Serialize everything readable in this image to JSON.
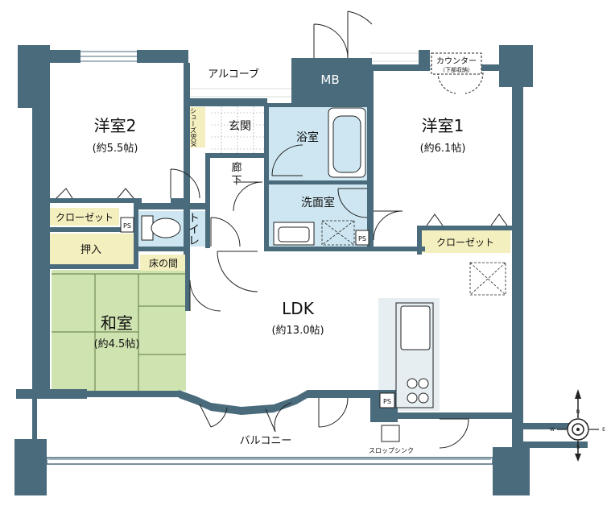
{
  "colors": {
    "wall": "#4a6b7c",
    "wall_dark": "#3c5766",
    "tatami": "#cfe3b0",
    "wet": "#cde6f1",
    "closet": "#f4efbe",
    "balcony": "#ffffff",
    "floor": "#ffffff",
    "kitchen": "#e6eef2"
  },
  "rooms": {
    "western2": {
      "name": "洋室2",
      "size": "(約5.5帖)"
    },
    "western1": {
      "name": "洋室1",
      "size": "(約6.1帖)"
    },
    "ldk": {
      "name": "LDK",
      "size": "(約13.0帖)"
    },
    "japanese": {
      "name": "和室",
      "size": "(約4.5帖)"
    },
    "bath": {
      "name": "浴室"
    },
    "washroom": {
      "name": "洗面室"
    },
    "toilet": {
      "name": "トイレ"
    },
    "entrance": {
      "name": "玄関"
    },
    "hallway": {
      "line1": "廊",
      "line2": "下"
    },
    "alcove": {
      "name": "アルコーブ"
    },
    "mb": {
      "name": "MB"
    }
  },
  "storage": {
    "closet_left": "クローゼット",
    "closet_right": "クローゼット",
    "oshiire": "押入",
    "tokonoma": "床の間",
    "shoebox": "シューズBOX",
    "counter": "カウンター",
    "counter_note": "（下部収納）"
  },
  "ps_labels": [
    "PS",
    "PS",
    "PS"
  ],
  "outdoor": {
    "balcony": "バルコニー",
    "slop_sink": "スロップシンク"
  },
  "compass": {
    "n": "N",
    "s": "S",
    "e": "E",
    "w": "W"
  },
  "chart_data": {
    "type": "floor-plan",
    "rooms": [
      {
        "name": "洋室2",
        "area": "約5.5帖"
      },
      {
        "name": "洋室1",
        "area": "約6.1帖"
      },
      {
        "name": "LDK",
        "area": "約13.0帖"
      },
      {
        "name": "和室",
        "area": "約4.5帖"
      }
    ]
  }
}
